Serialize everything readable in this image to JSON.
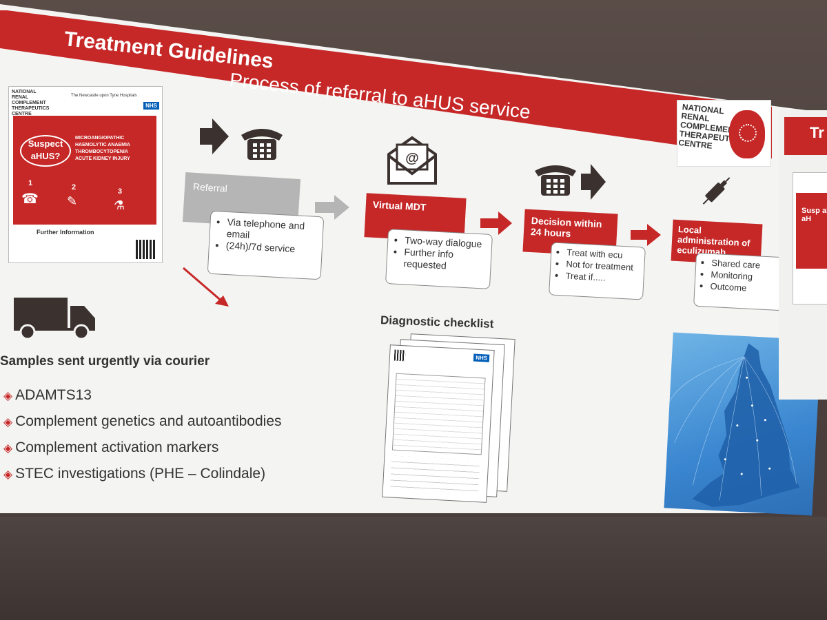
{
  "slide": {
    "title": "Treatment Guidelines",
    "subtitle": "Process of referral to aHUS service"
  },
  "logo": {
    "text": "NATIONAL RENAL COMPLEMENT THERAPEUTICS CENTRE"
  },
  "poster": {
    "header": "NATIONAL RENAL COMPLEMENT THERAPEUTICS CENTRE",
    "trust": "The Newcastle upon Tyne Hospitals",
    "nhs": "NHS",
    "bubble": "Suspect aHUS?",
    "criteria": [
      "MICROANGIOPATHIC HAEMOLYTIC ANAEMIA",
      "THROMBOCYTOPENIA",
      "ACUTE KIDNEY INJURY"
    ],
    "steps": [
      "1",
      "2",
      "3"
    ],
    "further": "Further Information"
  },
  "flow": {
    "referral": {
      "title": "Referral",
      "items": [
        "Via telephone and email",
        "(24h)/7d service"
      ]
    },
    "mdt": {
      "title": "Virtual MDT",
      "items": [
        "Two-way dialogue",
        "Further info requested"
      ]
    },
    "decision": {
      "title": "Decision within 24 hours",
      "items": [
        "Treat with ecu",
        "Not for treatment",
        "Treat if....."
      ]
    },
    "local": {
      "title": "Local administration of eculizumab",
      "items": [
        "Shared care",
        "Monitoring",
        "Outcome"
      ]
    }
  },
  "samples": {
    "heading": "Samples sent urgently via courier",
    "items": [
      "ADAMTS13",
      "Complement genetics and autoantibodies",
      "Complement activation markers",
      "STEC investigations (PHE – Colindale)"
    ]
  },
  "checklist": {
    "heading": "Diagnostic checklist",
    "nhs": "NHS"
  },
  "side_panel": {
    "title_fragment": "Tr",
    "poster_fragment": "Susp al aH"
  },
  "colors": {
    "accent": "#c62828",
    "arrow": "#3b3230",
    "grey_box": "#b5b5b5"
  },
  "icons": [
    "telephone-icon",
    "arrow-right-icon",
    "envelope-at-icon",
    "syringe-icon",
    "truck-icon",
    "diamond-bullet-icon"
  ]
}
